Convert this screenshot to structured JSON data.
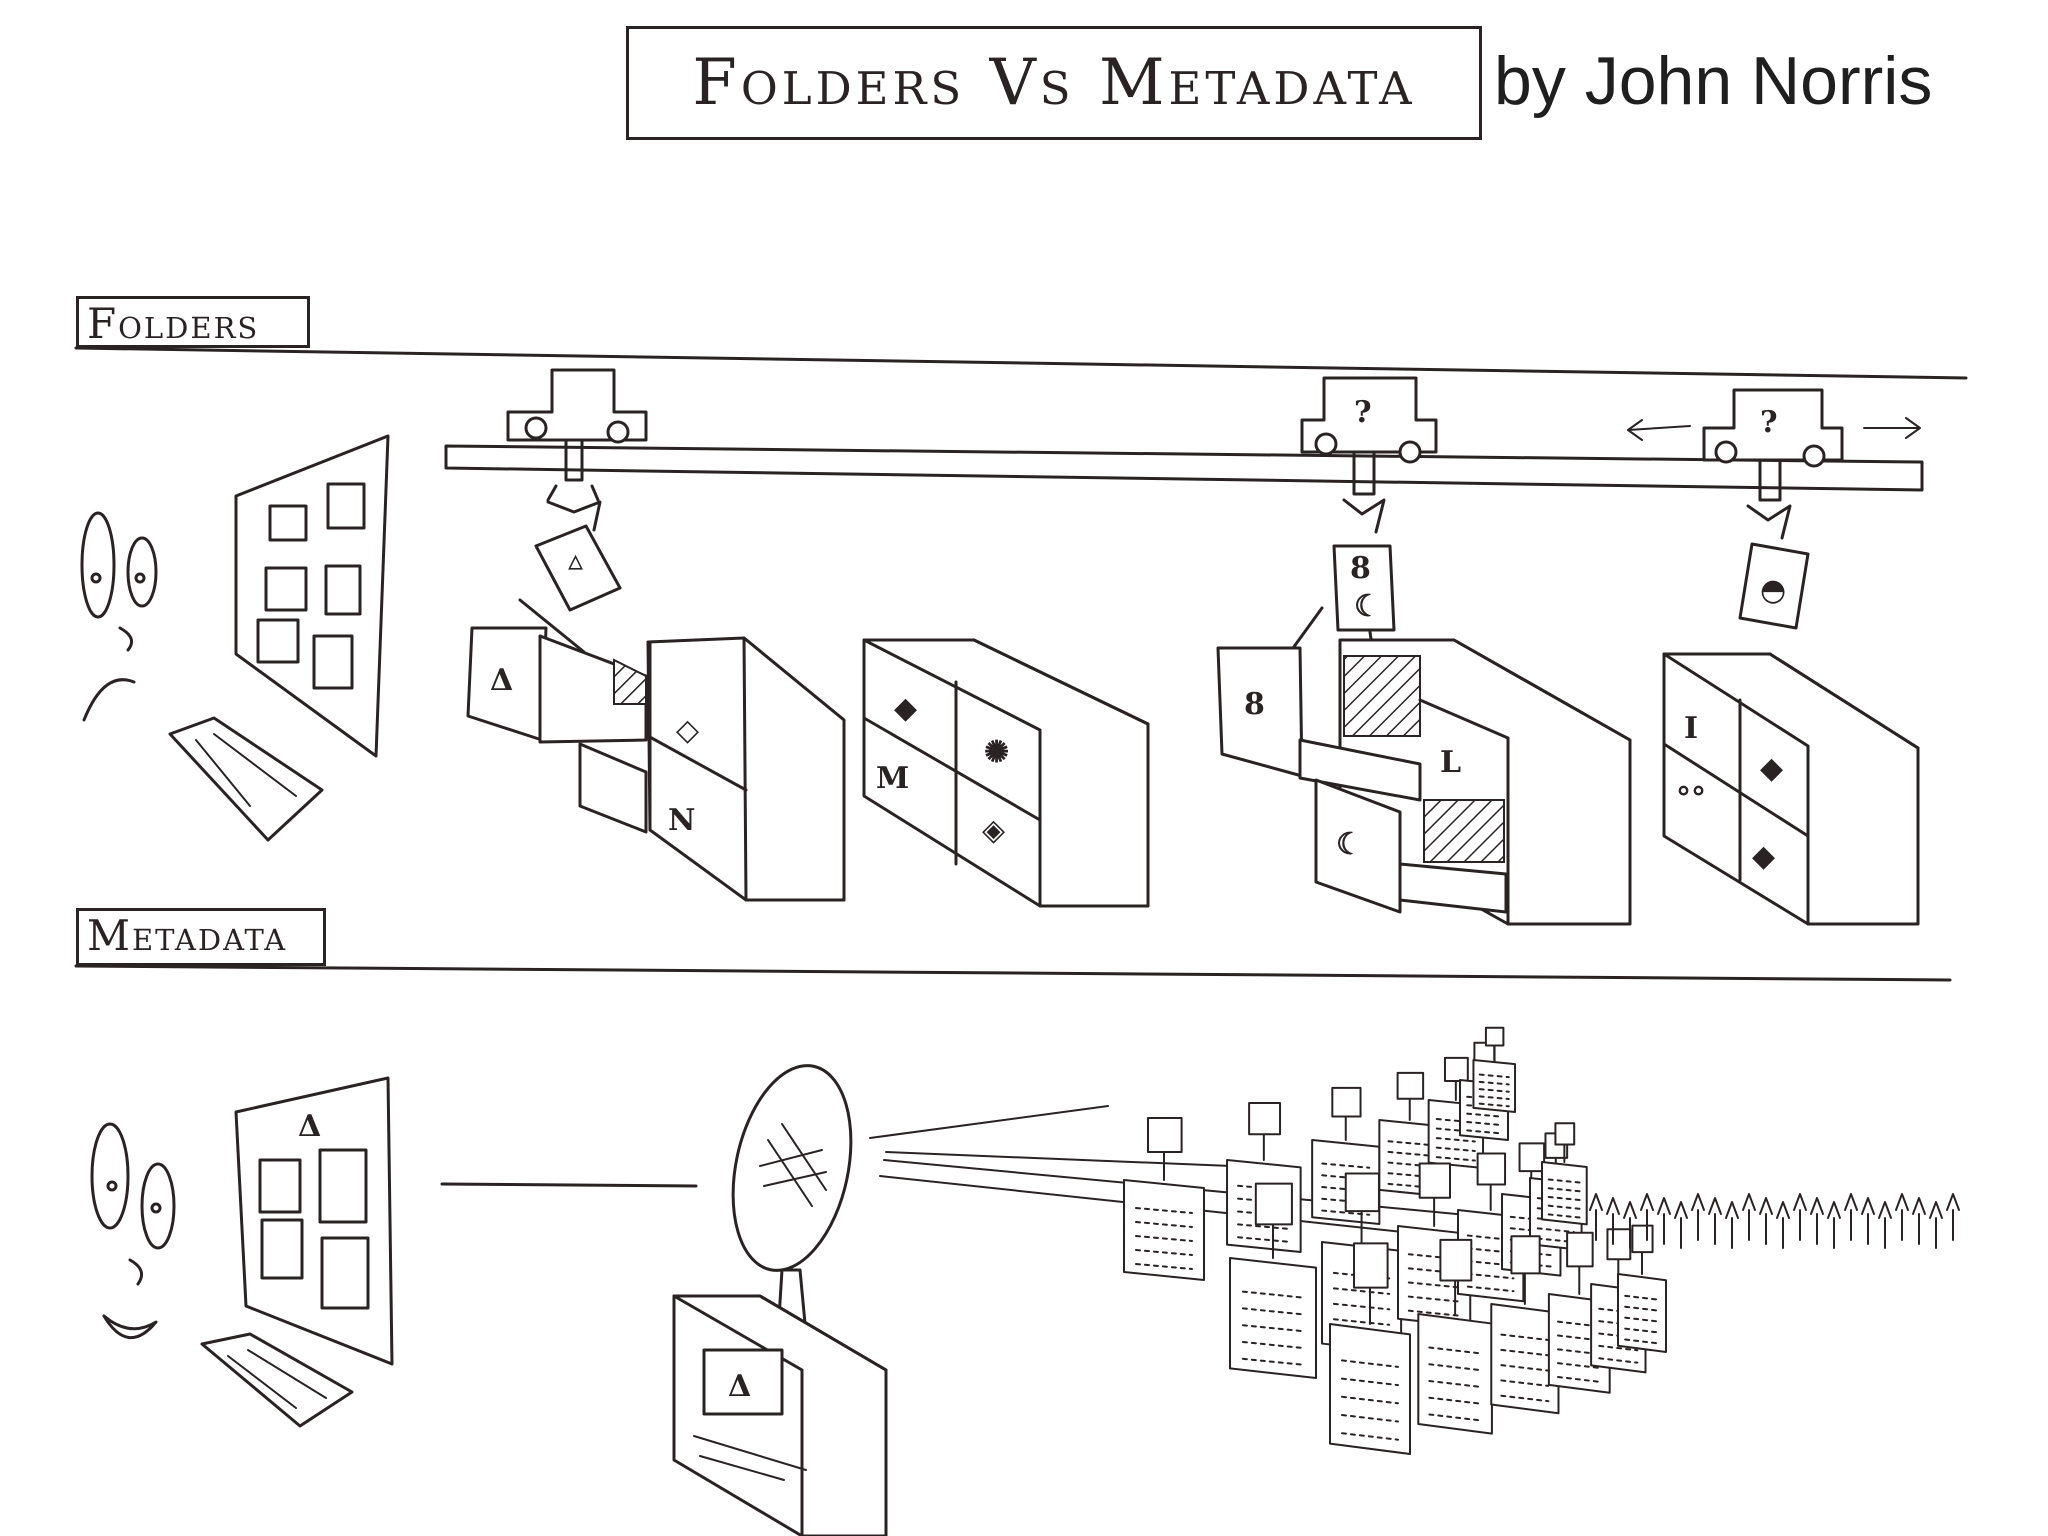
{
  "header": {
    "title": "Folders Vs Metadata",
    "byline": "by John Norris"
  },
  "sections": {
    "folders_label": "Folders",
    "metadata_label": "Metadata"
  },
  "icons": [
    "face-icon",
    "screen-icon",
    "keyboard-icon",
    "rail-icon",
    "trolley-icon",
    "claw-icon",
    "filing-cabinet-icon",
    "magnifier-icon",
    "document-icon"
  ],
  "colors": {
    "ink": "#2a2323",
    "paper": "#ffffff"
  }
}
